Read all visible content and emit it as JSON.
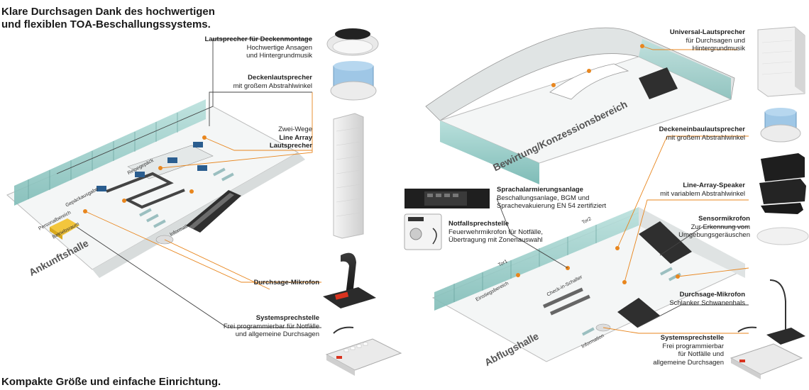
{
  "headline": {
    "line1": "Klare Durchsagen Dank des hochwertigen",
    "line2": "und flexiblen TOA-Beschallungssystems."
  },
  "footer": "Kompakte Größe und einfache Einrichtung.",
  "colors": {
    "leader": "#e8861e",
    "leader_dark": "#444444",
    "glass": "#8fc9c4",
    "floor": "#f2f4f4"
  },
  "left_callouts": {
    "ceiling_speaker": {
      "title": "Lautsprecher für Deckenmontage",
      "l1": "Hochwertige Ansagen",
      "l2": "und Hintergrundmusik"
    },
    "wide_speaker": {
      "title": "Deckenlautsprecher",
      "l1": "mit großem Abstrahlwinkel"
    },
    "line_array": {
      "l1": "Zwei-Wege",
      "l2": "Line Array",
      "l3": "Lautsprecher"
    },
    "mic": {
      "title": "Durchsage-Mikrofon"
    },
    "station": {
      "title": "Systemsprechstelle",
      "l1": "Frei programmierbar für Notfälle",
      "l2": "und allgemeine Durchsagen"
    }
  },
  "left_hall": {
    "name": "Ankunftshalle",
    "labels": {
      "baggage_claim": "Gepäckausgabe",
      "baggage_check": "Reisegepäck",
      "staff": "Personalbereich",
      "office": "Betriebsraum",
      "info": "Information"
    }
  },
  "top_hall": {
    "name": "Bewirtung/Konzessionsbereich"
  },
  "right_callouts": {
    "universal": {
      "title": "Universal-Lautsprecher",
      "l1": "für Durchsagen und",
      "l2": "Hintergrundmusik"
    },
    "ceiling": {
      "title": "Deckeneinbaulautsprecher",
      "l1": "mit großem Abstrahlwinkel"
    },
    "line_array": {
      "title": "Line-Array-Speaker",
      "l1": "mit variablem Abstrahlwinkel"
    },
    "sensor": {
      "title": "Sensormikrofon",
      "l1": "Zur Erkennung vom",
      "l2": "Umgebungsgeräuschen"
    },
    "alarm": {
      "title": "Sprachalarmierungsanlage",
      "l1": "Beschallungsanlage, BGM und",
      "l2": "Sprachevakuierung EN 54 zertifiziert"
    },
    "emergency": {
      "title": "Notfallsprechstelle",
      "l1": "Feuerwehrmikrofon für Notfälle,",
      "l2": "Übertragung mit Zonenauswahl"
    },
    "mic": {
      "title": "Durchsage-Mikrofon",
      "l1": "Schlanker Schwanenhals"
    },
    "station": {
      "title": "Systemsprechstelle",
      "l1": "Frei programmierbar",
      "l2": "für Notfälle und",
      "l3": "allgemeine Durchsagen"
    }
  },
  "right_hall": {
    "name": "Abflugshalle",
    "labels": {
      "gate1": "Tor1",
      "gate2": "Tor2",
      "boarding": "Einstiegsbereich",
      "checkin": "Check-in-Schalter",
      "info": "Information"
    }
  }
}
